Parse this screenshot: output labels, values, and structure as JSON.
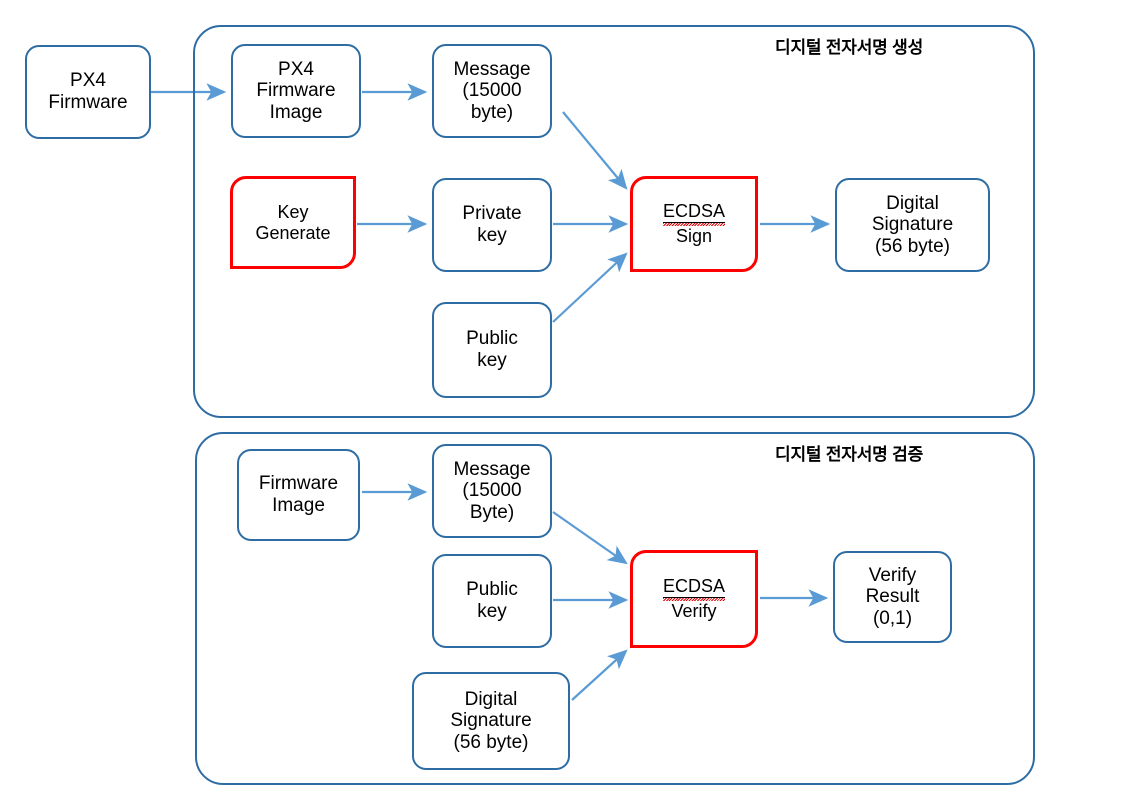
{
  "diagram": {
    "title": "PX4 firmware ECDSA digital signature generation and verification flow",
    "colors": {
      "box_border": "#2E6DA4",
      "process_border": "#FF0000",
      "arrow": "#5B9BD5",
      "text": "#000000",
      "background": "#FFFFFF"
    }
  },
  "external": {
    "px4_firmware": "PX4\nFirmware"
  },
  "sign_section": {
    "title": "디지털 전자서명 생성",
    "nodes": {
      "px4_firmware_image": "PX4\nFirmware\nImage",
      "message": "Message\n(15000\nbyte)",
      "key_generate": "Key\nGenerate",
      "private_key": "Private\nkey",
      "public_key": "Public\nkey",
      "ecdsa_sign_line1": "ECDSA",
      "ecdsa_sign_line2": "Sign",
      "digital_signature": "Digital\nSignature\n(56 byte)"
    }
  },
  "verify_section": {
    "title": "디지털 전자서명 검증",
    "nodes": {
      "firmware_image": "Firmware\nImage",
      "message": "Message\n(15000\nByte)",
      "public_key": "Public\nkey",
      "digital_signature": "Digital\nSignature\n(56 byte)",
      "ecdsa_verify_line1": "ECDSA",
      "ecdsa_verify_line2": "Verify",
      "verify_result": "Verify\nResult\n(0,1)"
    }
  },
  "edges": [
    {
      "from": "px4-firmware",
      "to": "px4-firmware-image"
    },
    {
      "from": "px4-firmware-image",
      "to": "message-sign"
    },
    {
      "from": "message-sign",
      "to": "ecdsa-sign"
    },
    {
      "from": "key-generate",
      "to": "private-key"
    },
    {
      "from": "private-key",
      "to": "ecdsa-sign"
    },
    {
      "from": "public-key-sign",
      "to": "ecdsa-sign"
    },
    {
      "from": "ecdsa-sign",
      "to": "digital-signature-sign"
    },
    {
      "from": "firmware-image",
      "to": "message-verify"
    },
    {
      "from": "message-verify",
      "to": "ecdsa-verify"
    },
    {
      "from": "public-key-verify",
      "to": "ecdsa-verify"
    },
    {
      "from": "digital-signature-verify",
      "to": "ecdsa-verify"
    },
    {
      "from": "ecdsa-verify",
      "to": "verify-result"
    }
  ]
}
